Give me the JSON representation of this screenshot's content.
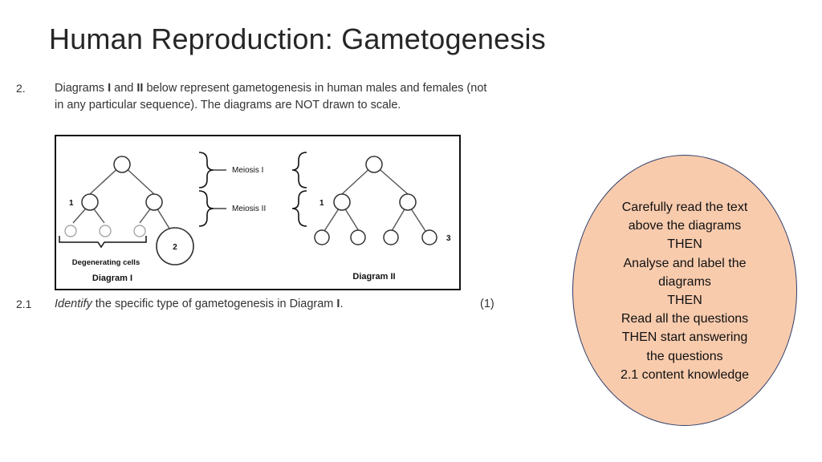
{
  "slide": {
    "title": "Human Reproduction: Gametogenesis"
  },
  "question": {
    "number": "2.",
    "intro_parts": [
      "Diagrams ",
      "I",
      " and ",
      "II",
      " below represent gametogenesis in human males and females (not in any particular sequence). The diagrams are NOT drawn to scale."
    ]
  },
  "diagram": {
    "meiosis_1_label": "Meiosis I",
    "meiosis_2_label": "Meiosis II",
    "diagram_1_title": "Diagram I",
    "diagram_2_title": "Diagram II",
    "degenerating_label": "Degenerating cells",
    "marker_1_left": "1",
    "marker_2": "2",
    "marker_1_right": "1",
    "marker_3": "3"
  },
  "subquestion": {
    "number": "2.1",
    "verb": "Identify",
    "text_before_bold": " the specific type of gametogenesis in Diagram ",
    "bold": "I",
    "text_end": ".",
    "marks": "(1)"
  },
  "note": {
    "fill_color": "#f8cbad",
    "border_color": "#2f3f6a",
    "lines": [
      "Carefully read the text",
      "above the diagrams",
      "THEN",
      "Analyse and label the",
      "diagrams",
      "THEN",
      "Read all the questions",
      "THEN start answering",
      "the questions",
      "2.1 content knowledge"
    ]
  }
}
